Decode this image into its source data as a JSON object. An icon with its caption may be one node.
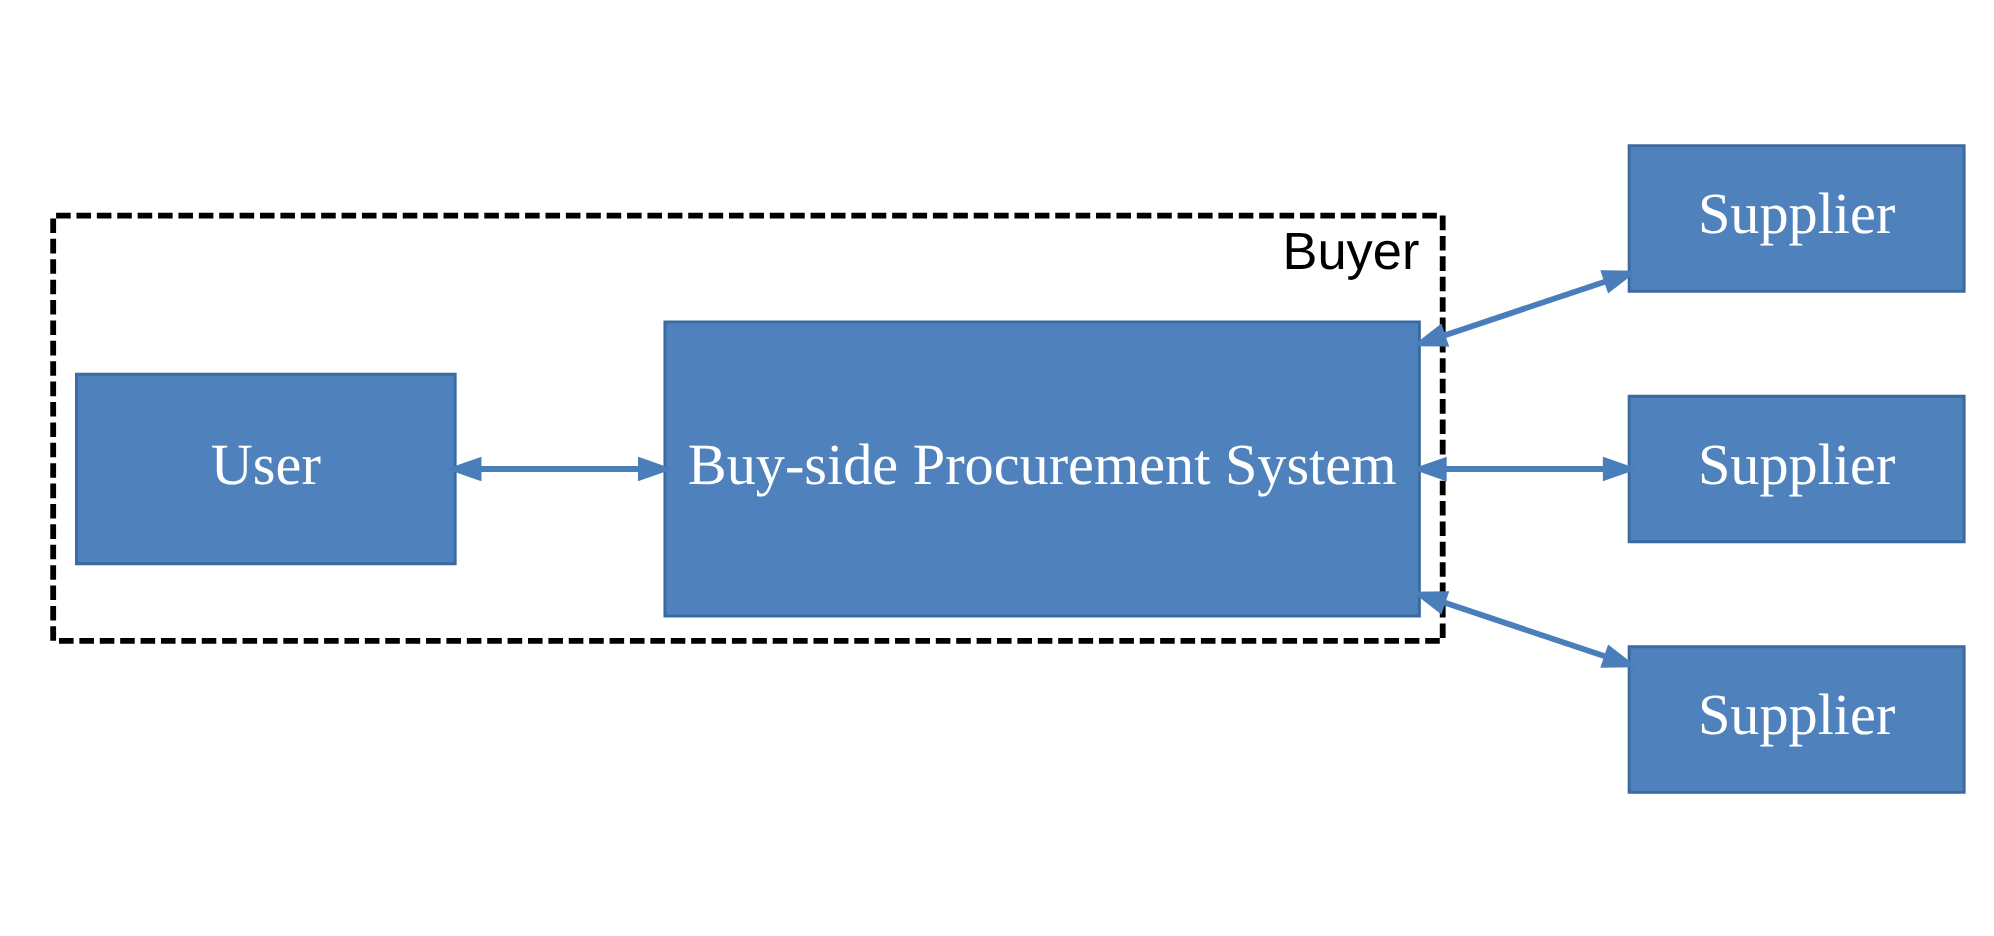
{
  "diagram": {
    "nodes": [
      {
        "text": [
          "Buyer"
        ]
      },
      {
        "text": [
          "User"
        ],
        "in": 0
      },
      {
        "text": [
          "Buy-side Procurement System"
        ],
        "in": 0
      },
      {
        "text": [
          "Supplier"
        ]
      },
      {
        "text": [
          "Supplier"
        ]
      },
      {
        "text": [
          "Supplier"
        ]
      }
    ],
    "edges": [
      {
        "from": 1,
        "to": 2,
        "arrow": "both"
      },
      {
        "from": 2,
        "to": 3,
        "arrow": "both"
      },
      {
        "from": 2,
        "to": 4,
        "arrow": "both"
      },
      {
        "from": 2,
        "to": 5,
        "arrow": "both"
      }
    ]
  }
}
